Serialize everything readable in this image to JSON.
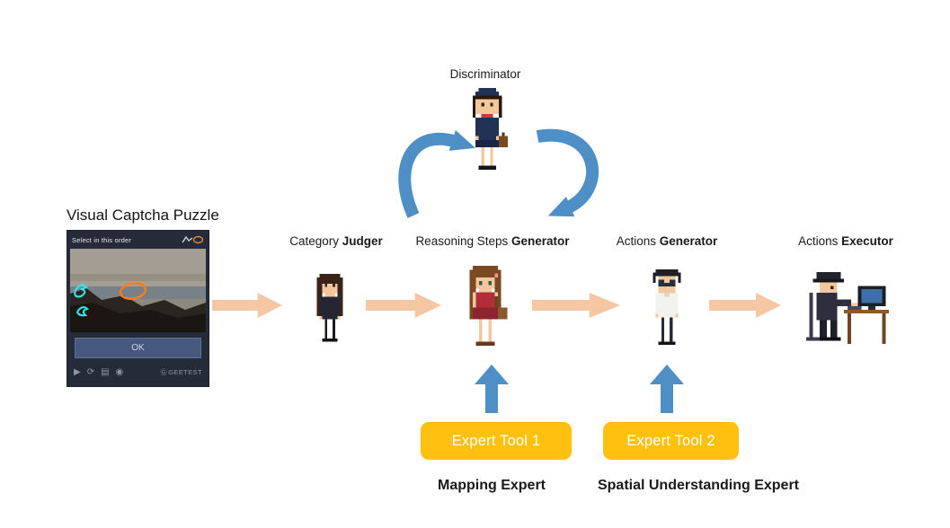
{
  "colors": {
    "flow-arrow": "#f6c7a4",
    "cycle-arrow": "#4e8fc6",
    "tool-button": "#ffc010",
    "tool-button-text": "#ffffff",
    "label-text": "#1a1a1a",
    "captcha-panel-bg": "#262b39",
    "captcha-ok-bg": "#46587e"
  },
  "captcha": {
    "title": "Visual Captcha Puzzle",
    "header": "Select in this order",
    "ok_label": "OK",
    "brand_glyph": "Ⓖ",
    "brand": "GEETEST",
    "toolbar_icons": [
      {
        "name": "play-icon",
        "glyph": "▶"
      },
      {
        "name": "refresh-icon",
        "glyph": "⟳"
      },
      {
        "name": "image-icon",
        "glyph": "▤"
      },
      {
        "name": "info-icon",
        "glyph": "◉"
      }
    ]
  },
  "nodes": {
    "discriminator": {
      "label": "Discriminator"
    },
    "category_judger": {
      "prefix": "Category ",
      "bold": "Judger"
    },
    "reasoning_generator": {
      "prefix": "Reasoning Steps ",
      "bold": "Generator"
    },
    "actions_generator": {
      "prefix": "Actions ",
      "bold": "Generator"
    },
    "actions_executor": {
      "prefix": "Actions ",
      "bold": "Executor"
    }
  },
  "tools": {
    "tool1": {
      "label": "Expert Tool 1",
      "caption": "Mapping Expert"
    },
    "tool2": {
      "label": "Expert Tool 2",
      "caption": "Spatial Understanding Expert"
    }
  }
}
